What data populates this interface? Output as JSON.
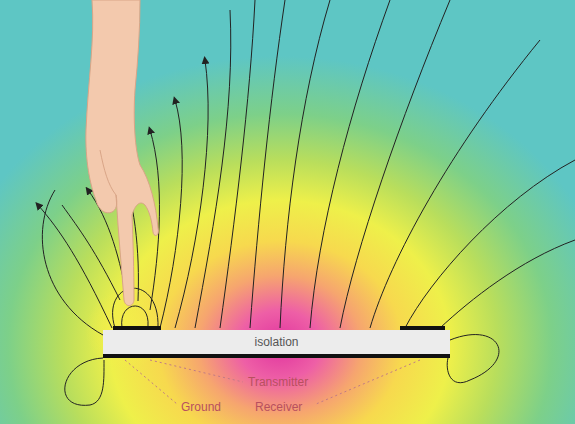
{
  "diagram": {
    "nodes": [
      {
        "text": [
          "isolation"
        ]
      }
    ],
    "labels": [
      "Transmitter",
      "Ground",
      "Receiver"
    ]
  }
}
